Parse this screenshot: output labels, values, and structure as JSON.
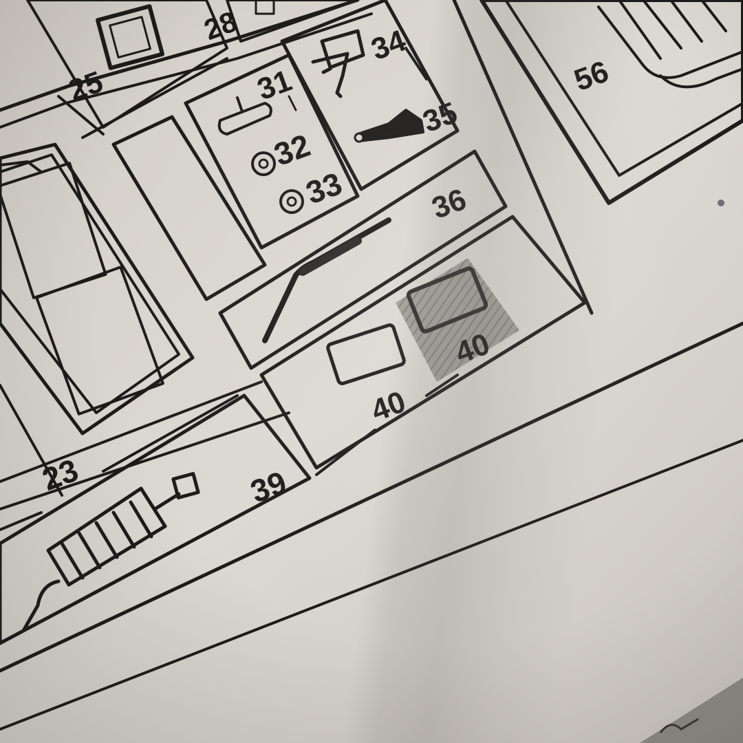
{
  "parts_sheet": {
    "labels": {
      "l23": "23",
      "l25": "25",
      "l28": "28",
      "l31": "31",
      "l32": "32",
      "l33": "33",
      "l34": "34",
      "l35": "35",
      "l36": "36",
      "l39": "39",
      "l40a": "40",
      "l40b": "40",
      "l56": "56"
    }
  },
  "colors": {
    "paper": "#d9d5cf",
    "paper_light": "#e3dfda",
    "ink": "#1c1b1a",
    "engraved_part": "#8f8b86"
  }
}
